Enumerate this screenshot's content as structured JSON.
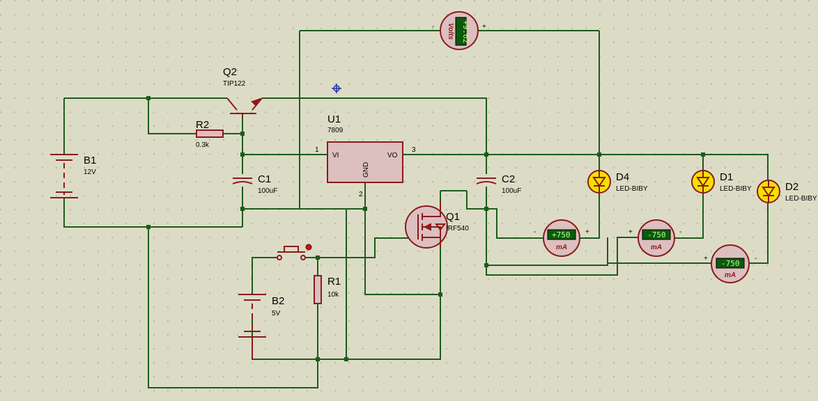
{
  "components": {
    "b1": {
      "ref": "B1",
      "value": "12V"
    },
    "b2": {
      "ref": "B2",
      "value": "5V"
    },
    "c1": {
      "ref": "C1",
      "value": "100uF"
    },
    "c2": {
      "ref": "C2",
      "value": "100uF"
    },
    "r1": {
      "ref": "R1",
      "value": "10k"
    },
    "r2": {
      "ref": "R2",
      "value": "0.3k"
    },
    "q1": {
      "ref": "Q1",
      "value": "IRF540"
    },
    "q2": {
      "ref": "Q2",
      "value": "TIP122"
    },
    "u1": {
      "ref": "U1",
      "value": "7809",
      "pin_vi": "VI",
      "pin_vo": "VO",
      "pin_gnd": "GND",
      "pin1": "1",
      "pin2": "2",
      "pin3": "3"
    },
    "d1": {
      "ref": "D1",
      "value": "LED-BIBY"
    },
    "d2": {
      "ref": "D2",
      "value": "LED-BIBY"
    },
    "d4": {
      "ref": "D4",
      "value": "LED-BIBY"
    }
  },
  "meters": {
    "voltmeter": {
      "reading": "+9.62",
      "unit": "Volts",
      "minus": "-",
      "plus": "+"
    },
    "ammeter1": {
      "reading": "+750",
      "unit": "mA",
      "minus": "-",
      "plus": "+"
    },
    "ammeter2": {
      "reading": "-750",
      "unit": "mA",
      "minus": "-",
      "plus": "+"
    },
    "ammeter3": {
      "reading": "-750",
      "unit": "mA",
      "minus": "-",
      "plus": "+"
    }
  },
  "colors": {
    "wire": "#1d5b1d",
    "component": "#8b1a1a",
    "background": "#dcdcc6",
    "led": "#f5e000",
    "lcd": "#0c5a0c"
  }
}
